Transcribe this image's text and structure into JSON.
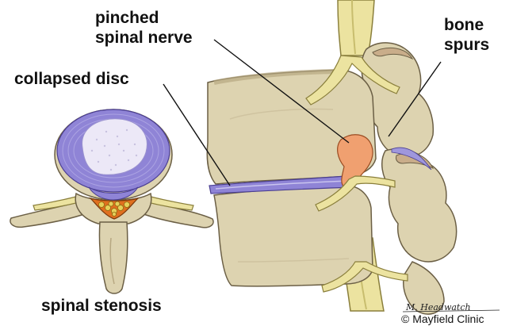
{
  "labels": {
    "pinched_nerve_line1": "pinched",
    "pinched_nerve_line2": "spinal nerve",
    "bone_spurs_line1": "bone",
    "bone_spurs_line2": "spurs",
    "collapsed_disc": "collapsed disc",
    "spinal_stenosis": "spinal stenosis"
  },
  "credits": {
    "signature": "M. Headwatch",
    "copyright": "© Mayfield Clinic"
  },
  "colors": {
    "bone": "#ddd3b0",
    "bone_shadow": "#b7a882",
    "disc_outer": "#8f84d6",
    "disc_inner": "#c9c4ee",
    "nucleus": "#ece8f7",
    "nerve": "#ece3a0",
    "nerve_shadow": "#c8bd6e",
    "inflamed": "#f0a070",
    "canal": "#e0701f"
  }
}
